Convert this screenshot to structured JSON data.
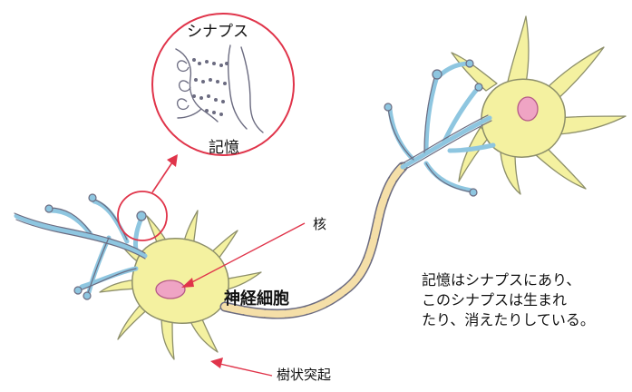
{
  "labels": {
    "synapse": "シナプス",
    "memory": "記憶",
    "nucleus": "核",
    "neuron": "神経細胞",
    "dendrite": "樹状突起"
  },
  "note": {
    "line1": "記憶はシナプスにあり、",
    "line2": "このシナプスは生まれ",
    "line3": "たり、消えたりしている。"
  },
  "colors": {
    "cell_body": "#f4f1a0",
    "dendrite": "#8ec6e0",
    "axon": "#f5dfa8",
    "nucleus": "#efa4c4",
    "highlight": "#e0344a",
    "ink": "#6b6b80"
  }
}
